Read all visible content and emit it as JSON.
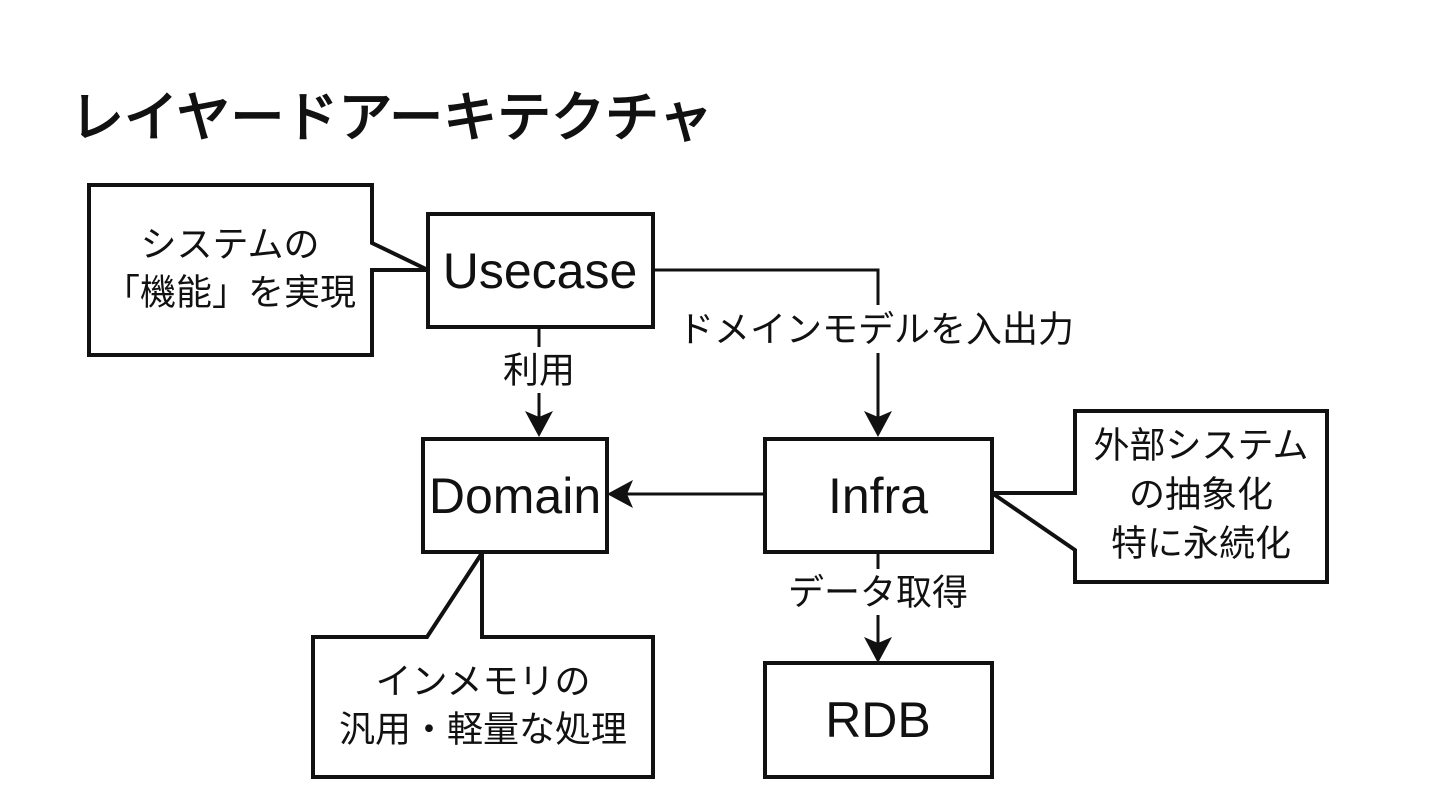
{
  "page": {
    "background_color": "#ffffff",
    "ink_color": "#111111"
  },
  "title": "レイヤードアーキテクチャ",
  "diagram": {
    "nodes": [
      {
        "id": "usecase",
        "label": "Usecase"
      },
      {
        "id": "domain",
        "label": "Domain"
      },
      {
        "id": "infra",
        "label": "Infra"
      },
      {
        "id": "rdb",
        "label": "RDB"
      }
    ],
    "edges": [
      {
        "from": "usecase",
        "to": "domain",
        "label": "利用"
      },
      {
        "from": "usecase",
        "to": "infra",
        "label": "ドメインモデルを入出力"
      },
      {
        "from": "infra",
        "to": "domain"
      },
      {
        "from": "infra",
        "to": "rdb",
        "label": "データ取得"
      }
    ],
    "callouts": [
      {
        "id": "usecase-note",
        "target": "usecase",
        "lines": [
          "システムの",
          "「機能」を実現"
        ]
      },
      {
        "id": "infra-note",
        "target": "infra",
        "lines": [
          "外部システム",
          "の抽象化",
          "特に永続化"
        ]
      },
      {
        "id": "domain-note",
        "target": "domain",
        "lines": [
          "インメモリの",
          "汎用・軽量な処理"
        ]
      }
    ]
  }
}
